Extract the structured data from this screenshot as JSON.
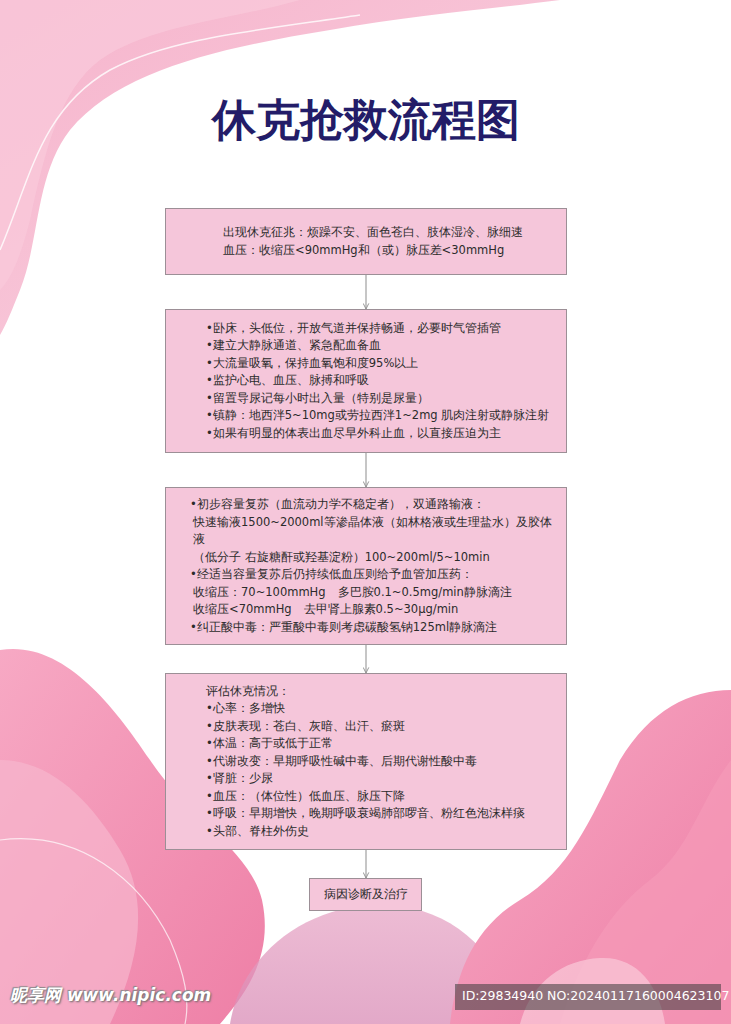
{
  "diagram": {
    "title": "休克抢救流程图",
    "nodes": [
      {
        "text": [
          "出现休克征兆：烦躁不安、面色苍白、肢体湿冷、脉细速",
          "血压：收缩压<90mmHg和（或）脉压差<30mmHg"
        ]
      },
      {
        "text": [
          "•卧床，头低位，开放气道并保持畅通，必要时气管插管",
          "•建立大静脉通道、紧急配血备血",
          "•大流量吸氧，保持血氧饱和度95%以上",
          "•监护心电、血压、脉搏和呼吸",
          "•留置导尿记每小时出入量（特别是尿量）",
          "•镇静：地西泮5~10mg或劳拉西泮1~2mg 肌肉注射或静脉注射",
          "•如果有明显的体表出血尽早外科止血，以直接压迫为主"
        ]
      },
      {
        "text": [
          "•初步容量复苏（血流动力学不稳定者），双通路输液：",
          "快速输液1500~2000ml等渗晶体液（如林格液或生理盐水）及胶体液",
          "（低分子 右旋糖酐或羟基淀粉）100~200ml/5~10min",
          "•经适当容量复苏后仍持续低血压则给予血管加压药：",
          "收缩压：70~100mmHg　多巴胺0.1~0.5mg/min静脉滴注",
          "收缩压<70mmHg　去甲肾上腺素0.5~30μg/min",
          "•纠正酸中毒：严重酸中毒则考虑碳酸氢钠125ml静脉滴注"
        ]
      },
      {
        "text": [
          "评估休克情况：",
          "•心率：多增快",
          "•皮肤表现：苍白、灰暗、出汗、瘀斑",
          "•体温：高于或低于正常",
          "•代谢改变：早期呼吸性碱中毒、后期代谢性酸中毒",
          "•肾脏：少尿",
          "•血压：（体位性）低血压、脉压下降",
          "•呼吸：早期增快，晚期呼吸衰竭肺部啰音、粉红色泡沫样痰",
          "•头部、脊柱外伤史"
        ]
      },
      {
        "text": [
          "病因诊断及治疗"
        ]
      }
    ],
    "edges": [
      {
        "from": 0,
        "to": 1,
        "arrow": "to"
      },
      {
        "from": 1,
        "to": 2,
        "arrow": "to"
      },
      {
        "from": 2,
        "to": 3,
        "arrow": "to"
      },
      {
        "from": 3,
        "to": 4,
        "arrow": "to"
      }
    ],
    "labels": [
      "昵享网 www.nipic.com",
      "ID:29834940 NO:20240117160004623107"
    ]
  }
}
